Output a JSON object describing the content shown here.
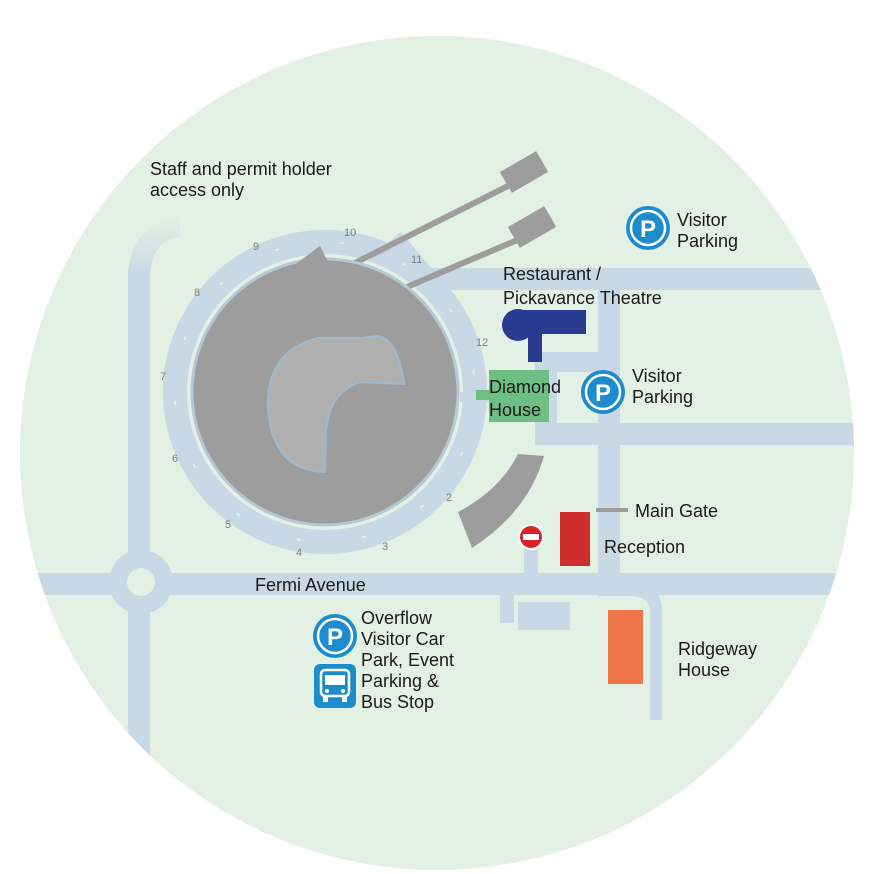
{
  "labels": {
    "staff_line1": "Staff and permit holder",
    "staff_line2": "access only",
    "visitor_parking_ne_1": "Visitor",
    "visitor_parking_ne_2": "Parking",
    "restaurant_1": "Restaurant /",
    "restaurant_2": "Pickavance Theatre",
    "diamond_1": "Diamond",
    "diamond_2": "House",
    "visitor_parking_e_1": "Visitor",
    "visitor_parking_e_2": "Parking",
    "main_gate": "Main Gate",
    "reception": "Reception",
    "fermi_avenue": "Fermi Avenue",
    "overflow_1": "Overflow",
    "overflow_2": "Visitor Car",
    "overflow_3": "Park, Event",
    "overflow_4": "Parking &",
    "overflow_5": "Bus Stop",
    "ridgeway_1": "Ridgeway",
    "ridgeway_2": "House"
  },
  "ring_numbers": [
    "2",
    "3",
    "4",
    "5",
    "6",
    "7",
    "8",
    "9",
    "10",
    "11",
    "12"
  ],
  "icons": {
    "parking_letter": "P"
  },
  "colors": {
    "background": "#e3f0e4",
    "road": "#c8d8e4",
    "ring_building": "#9d9d9d",
    "restaurant": "#2a3c92",
    "diamond_house": "#6dbf84",
    "reception": "#cf2e2e",
    "ridgeway_house": "#ee744a",
    "parking_blue": "#1d8ccd",
    "no_entry_red": "#d8232a"
  }
}
